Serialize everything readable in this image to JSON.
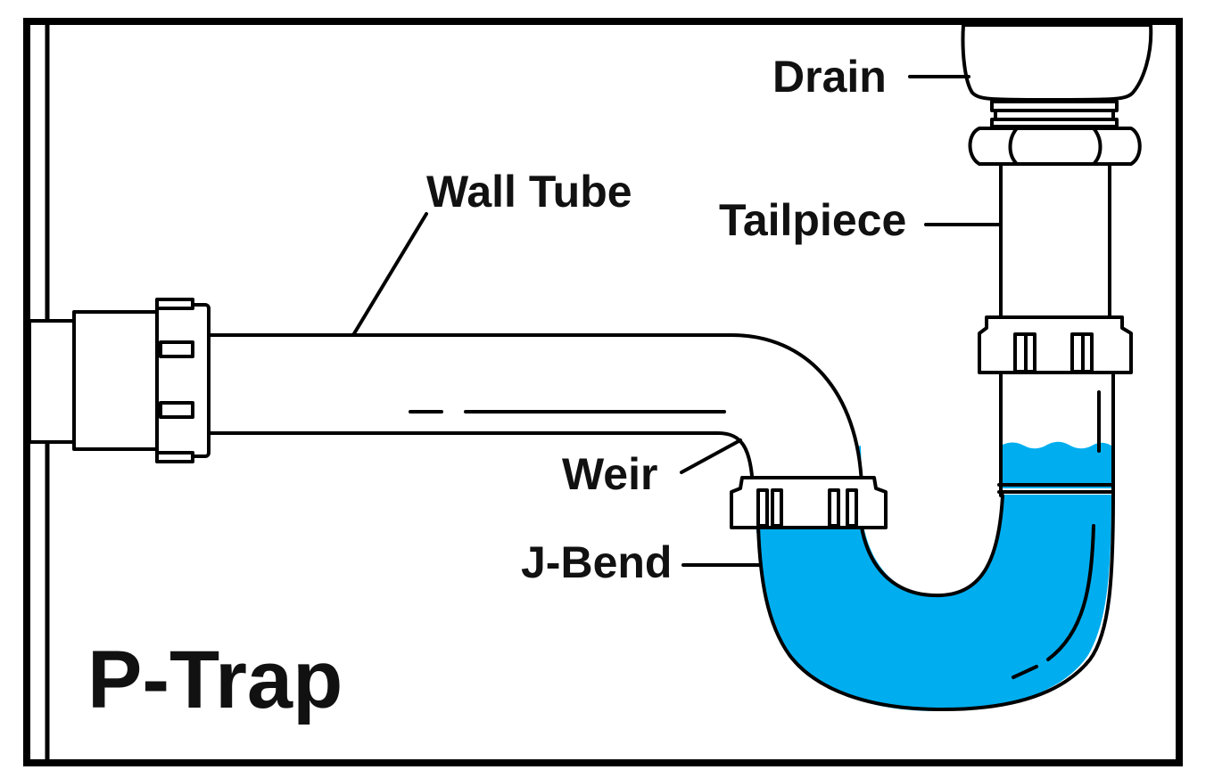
{
  "diagram": {
    "title": "P-Trap",
    "labels": {
      "drain": "Drain",
      "tailpiece": "Tailpiece",
      "wall_tube": "Wall Tube",
      "weir": "Weir",
      "j_bend": "J-Bend"
    },
    "colors": {
      "water": "#00AEEF",
      "line": "#000000",
      "background": "#FFFFFF"
    }
  }
}
